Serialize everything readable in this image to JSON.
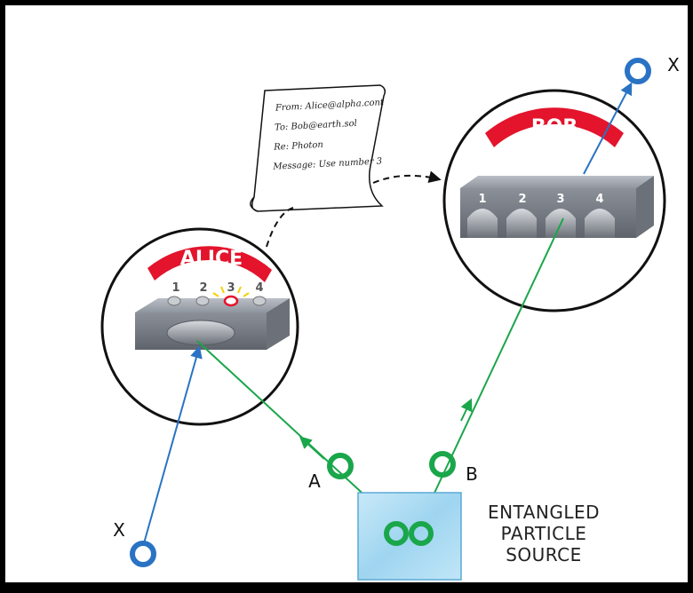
{
  "alice": {
    "label": "ALICE",
    "ports": [
      "1",
      "2",
      "3",
      "4"
    ],
    "lit_port": "3"
  },
  "bob": {
    "label": "BOB",
    "ports": [
      "1",
      "2",
      "3",
      "4"
    ]
  },
  "message": {
    "from": "From: Alice@alpha.cont",
    "to": "To: Bob@earth.sol",
    "re": "Re: Photon",
    "body": "Message: Use number 3"
  },
  "particles": {
    "a_label": "A",
    "b_label": "B",
    "x_label_alice": "X",
    "x_label_bob": "X"
  },
  "source": {
    "line1": "ENTANGLED",
    "line2": "PARTICLE",
    "line3": "SOURCE"
  },
  "colors": {
    "green": "#1aa64a",
    "blue": "#2a73c4",
    "red": "#e3142c",
    "source_fill": "#a9d9f2"
  }
}
